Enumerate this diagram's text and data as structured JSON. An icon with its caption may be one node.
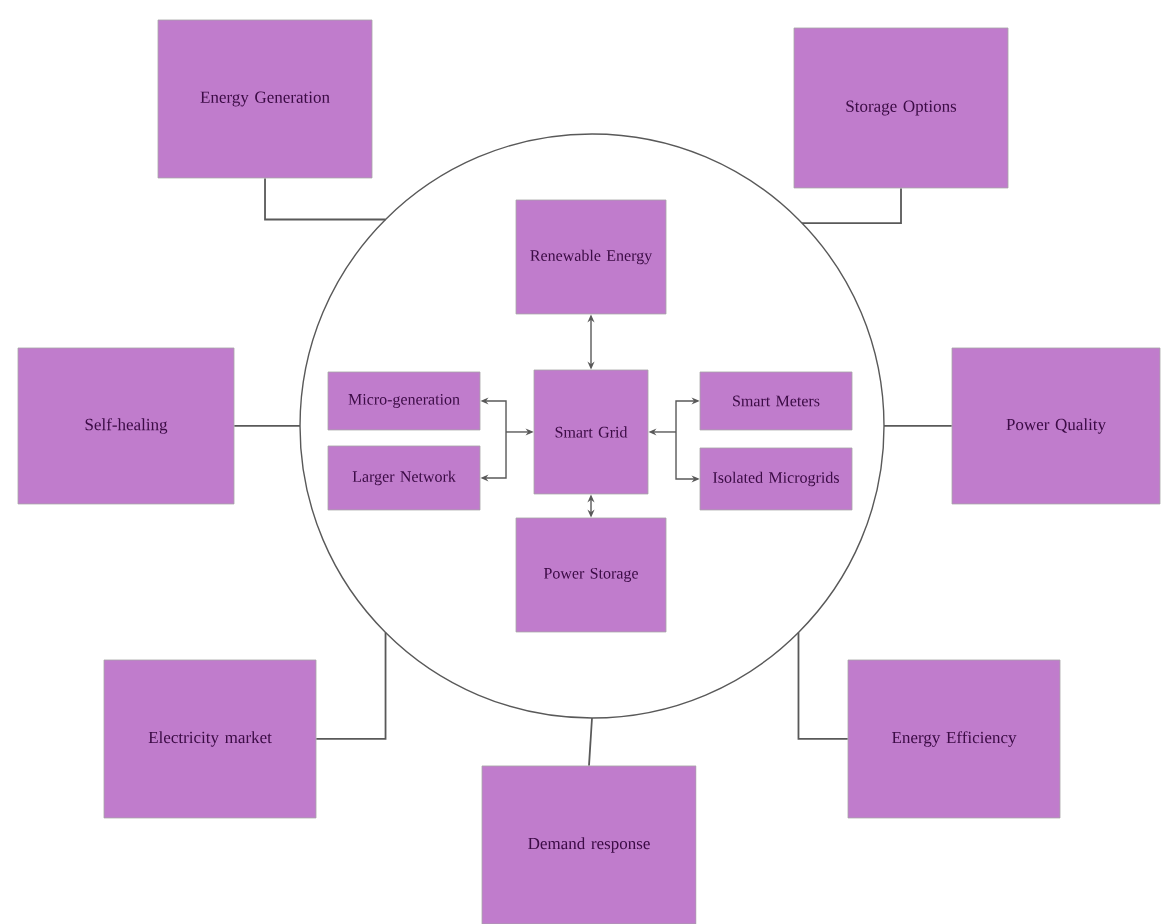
{
  "diagram": {
    "nodes": [
      {
        "text": [
          "Energy Generation"
        ]
      },
      {
        "text": [
          "Storage Options"
        ]
      },
      {
        "text": [],
        "shape": "circle"
      },
      {
        "text": [
          "Renewable Energy"
        ],
        "in": 2
      },
      {
        "text": [
          "Self-healing"
        ]
      },
      {
        "text": [
          "Micro-generation"
        ],
        "in": 2
      },
      {
        "text": [
          "Smart Grid"
        ],
        "in": 2
      },
      {
        "text": [
          "Smart Meters"
        ],
        "in": 2
      },
      {
        "text": [
          "Power Quality"
        ]
      },
      {
        "text": [
          "Larger Network"
        ],
        "in": 2
      },
      {
        "text": [
          "Isolated Microgrids"
        ],
        "in": 2
      },
      {
        "text": [
          "Power Storage"
        ],
        "in": 2
      },
      {
        "text": [
          "Electricity market"
        ]
      },
      {
        "text": [
          "Energy Efficiency"
        ]
      },
      {
        "text": [
          "Demand response"
        ]
      }
    ],
    "edges": [
      {
        "from": 0,
        "to": 2,
        "arrow": "none"
      },
      {
        "from": 1,
        "to": 2,
        "arrow": "none"
      },
      {
        "from": 4,
        "to": 2,
        "arrow": "none"
      },
      {
        "from": 8,
        "to": 2,
        "arrow": "none"
      },
      {
        "from": 12,
        "to": 2,
        "arrow": "none"
      },
      {
        "from": 13,
        "to": 2,
        "arrow": "none"
      },
      {
        "from": 14,
        "to": 2,
        "arrow": "none"
      },
      {
        "from": 6,
        "to": 3,
        "arrow": "both"
      },
      {
        "from": 6,
        "to": 11,
        "arrow": "both"
      },
      {
        "from": 6,
        "to": 5,
        "arrow": "both"
      },
      {
        "from": 6,
        "to": 9,
        "arrow": "both"
      },
      {
        "from": 6,
        "to": 7,
        "arrow": "both"
      },
      {
        "from": 6,
        "to": 10,
        "arrow": "both"
      }
    ]
  }
}
